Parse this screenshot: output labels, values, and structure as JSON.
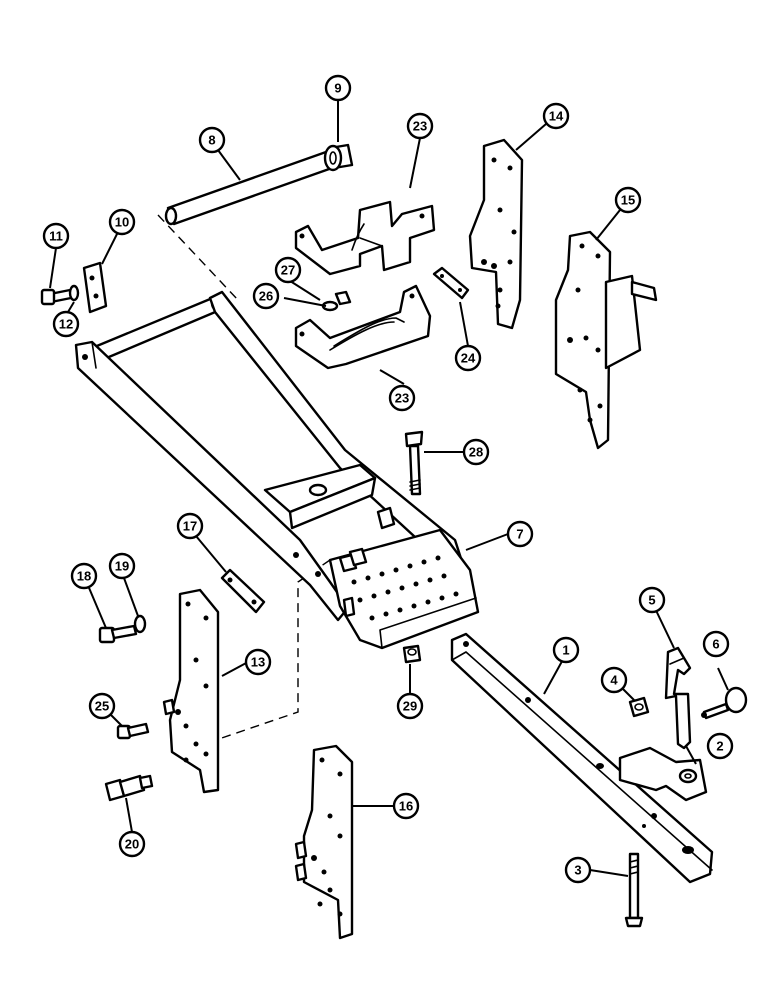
{
  "callouts": [
    {
      "n": "1"
    },
    {
      "n": "2"
    },
    {
      "n": "3"
    },
    {
      "n": "4"
    },
    {
      "n": "5"
    },
    {
      "n": "6"
    },
    {
      "n": "7"
    },
    {
      "n": "8"
    },
    {
      "n": "9"
    },
    {
      "n": "10"
    },
    {
      "n": "11"
    },
    {
      "n": "12"
    },
    {
      "n": "13"
    },
    {
      "n": "14"
    },
    {
      "n": "15"
    },
    {
      "n": "16"
    },
    {
      "n": "17"
    },
    {
      "n": "18"
    },
    {
      "n": "19"
    },
    {
      "n": "20"
    },
    {
      "n": "23"
    },
    {
      "n": "23"
    },
    {
      "n": "24"
    },
    {
      "n": "25"
    },
    {
      "n": "26"
    },
    {
      "n": "27"
    },
    {
      "n": "28"
    },
    {
      "n": "29"
    }
  ]
}
